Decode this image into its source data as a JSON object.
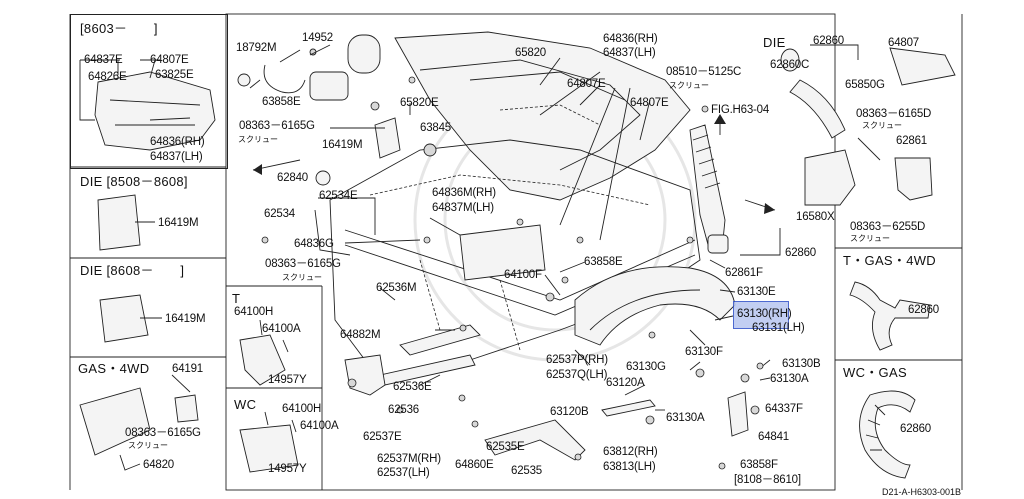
{
  "colors": {
    "highlight": "#b8c6f0",
    "highlight_border": "#2f4fc8",
    "line": "#222222"
  },
  "panels": {
    "p1": {
      "header": "[8603－　　]",
      "labels": [
        "64837E",
        "64807E",
        "64826E",
        "63825E",
        "64836(RH)",
        "64837(LH)"
      ]
    },
    "p2": {
      "header": "DIE [8508－8608]",
      "labels": [
        "16419M"
      ]
    },
    "p3": {
      "header": "DIE [8608－　　]",
      "labels": [
        "16419M"
      ]
    },
    "p4": {
      "header": "GAS・4WD",
      "labels": [
        "64191",
        "08363－6165G",
        "スクリュー",
        "64820"
      ]
    },
    "p5": {
      "header": "T",
      "labels": [
        "64100H",
        "64100A",
        "14957Y"
      ]
    },
    "p6": {
      "header": "WC",
      "labels": [
        "64100H",
        "64100A",
        "14957Y"
      ]
    },
    "p7": {
      "header": "DIE",
      "labels": [
        "62860",
        "64807",
        "62860C",
        "65850G",
        "08363－6165D",
        "スクリュー",
        "62861",
        "16580X",
        "08363－6255D",
        "スクリュー"
      ]
    },
    "p8": {
      "header": "T・GAS・4WD",
      "labels": [
        "62860"
      ]
    },
    "p9": {
      "header": "WC・GAS",
      "labels": [
        "62860"
      ]
    }
  },
  "main": {
    "labels": [
      "18792M",
      "14952",
      "63858E",
      "65820",
      "65820E",
      "64836(RH)",
      "64837(LH)",
      "08510－5125C",
      "スクリュー",
      "64807E",
      "64807E",
      "FIG.H63-04",
      "08363－6165G",
      "スクリュー",
      "63845",
      "16419M",
      "62840",
      "62534E",
      "62534",
      "64836M(RH)",
      "64837M(LH)",
      "64836G",
      "08363－6165G",
      "スクリュー",
      "64100F",
      "63858E",
      "62860",
      "62861F",
      "63130E",
      "63130(RH)",
      "63131(LH)",
      "62536M",
      "64882M",
      "62536E",
      "62536",
      "62537E",
      "62537M(RH)",
      "62537(LH)",
      "64860E",
      "62535E",
      "62535",
      "62537P(RH)",
      "62537Q(LH)",
      "63130G",
      "63120A",
      "63120B",
      "63130F",
      "63130B",
      "63130A",
      "63130A",
      "64337F",
      "64841",
      "63812(RH)",
      "63813(LH)",
      "63858F",
      "[8108－8610]"
    ],
    "footer_code": "D21-A-H6303-001B"
  }
}
